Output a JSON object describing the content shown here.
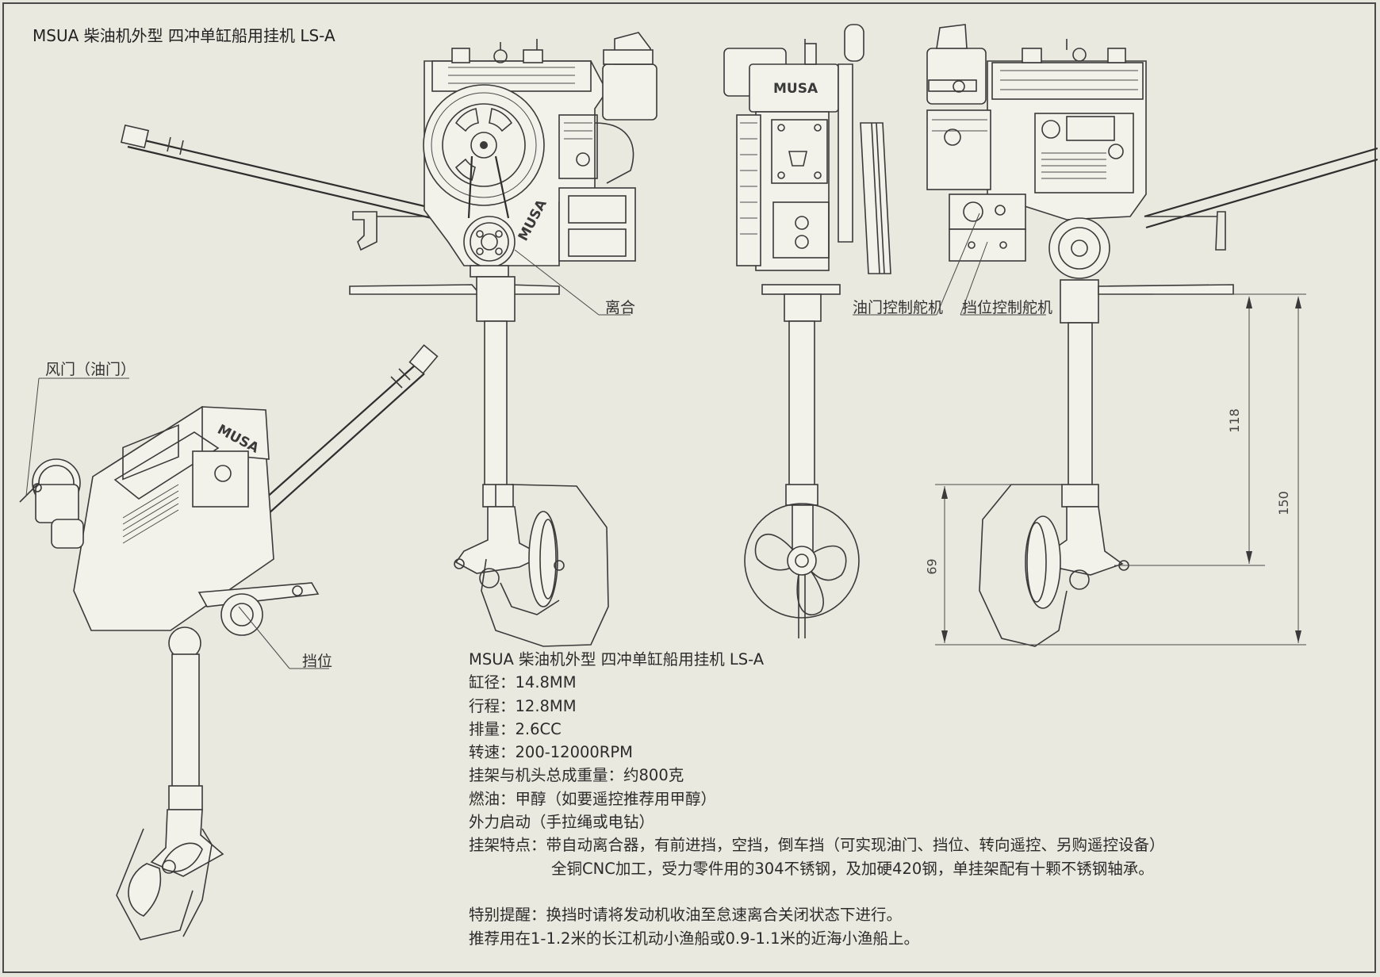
{
  "title": "MSUA 柴油机外型 四冲单缸船用挂机 LS-A",
  "logo_text": "MUSA",
  "logo_text_side": "MUSA",
  "callouts": {
    "clutch": "离合",
    "throttle_servo": "油门控制舵机",
    "gear_servo": "挡位控制舵机",
    "choke": "风门（油门）",
    "gear": "挡位"
  },
  "dimensions": {
    "d118": "118",
    "d150": "150",
    "d69": "69"
  },
  "specs": {
    "heading": "MSUA 柴油机外型 四冲单缸船用挂机 LS-A",
    "bore": "缸径：14.8MM",
    "stroke": "行程：12.8MM",
    "displacement": "排量：2.6CC",
    "speed": "转速：200-12000RPM",
    "weight": "挂架与机头总成重量：约800克",
    "fuel": "燃油：甲醇（如要遥控推荐用甲醇）",
    "start": "外力启动（手拉绳或电钻）",
    "features_1": "挂架特点：带自动离合器，有前进挡，空挡，倒车挡（可实现油门、挡位、转向遥控、另购遥控设备）",
    "features_2": "全铜CNC加工，受力零件用的304不锈钢，及加硬420钢，单挂架配有十颗不锈钢轴承。",
    "notice": "特别提醒：换挡时请将发动机收油至怠速离合关闭状态下进行。",
    "recommend": "推荐用在1-1.2米的长江机动小渔船或0.9-1.1米的近海小渔船上。"
  },
  "colors": {
    "background": "#e9e9df",
    "line": "#3a3a3a"
  }
}
